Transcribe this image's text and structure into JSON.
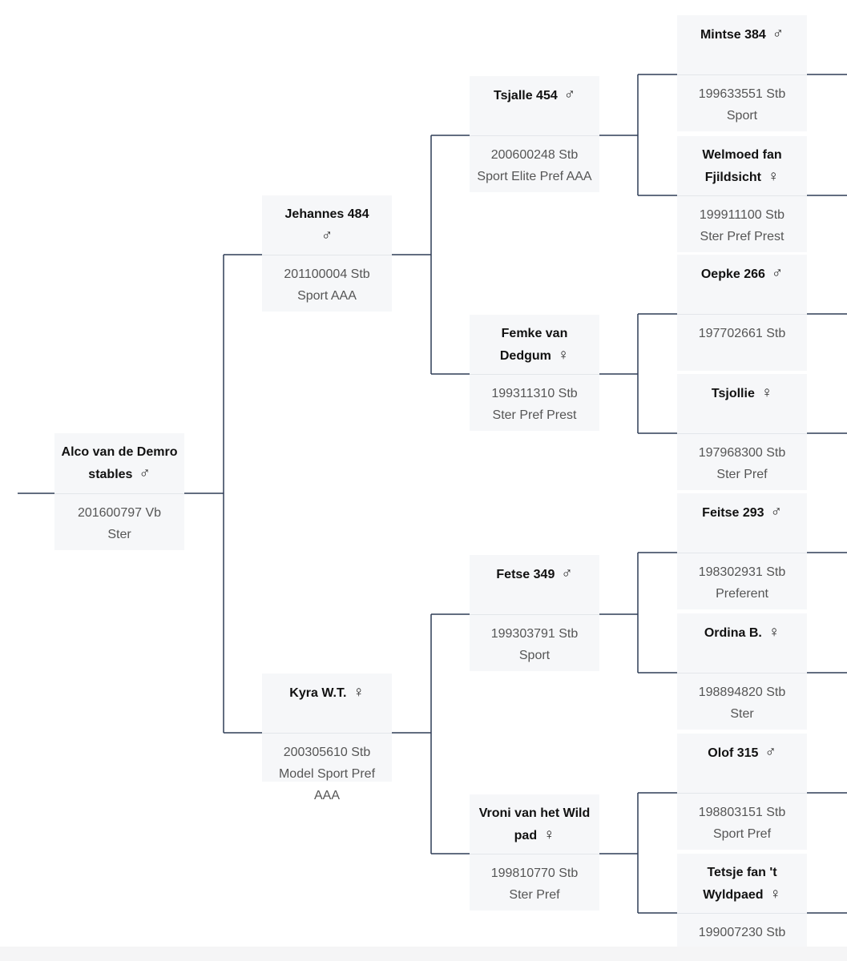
{
  "horses": {
    "subject": {
      "name": "Alco van de Demro stables",
      "sex": "♂",
      "reg": "201600797 Vb",
      "pred": "Ster"
    },
    "sire": {
      "name": "Jehannes 484",
      "sex": "♂",
      "reg": "201100004 Stb",
      "pred": "Sport AAA"
    },
    "dam": {
      "name": "Kyra W.T.",
      "sex": "♀",
      "reg": "200305610 Stb",
      "pred": "Model Sport Pref AAA"
    },
    "sire_sire": {
      "name": "Tsjalle 454",
      "sex": "♂",
      "reg": "200600248 Stb",
      "pred": "Sport Elite Pref AAA"
    },
    "sire_dam": {
      "name": "Femke van Dedgum",
      "sex": "♀",
      "reg": "199311310 Stb",
      "pred": "Ster Pref Prest"
    },
    "dam_sire": {
      "name": "Fetse 349",
      "sex": "♂",
      "reg": "199303791 Stb",
      "pred": "Sport"
    },
    "dam_dam": {
      "name": "Vroni van het Wild pad",
      "sex": "♀",
      "reg": "199810770 Stb",
      "pred": "Ster Pref"
    },
    "ss_sire": {
      "name": "Mintse 384",
      "sex": "♂",
      "reg": "199633551 Stb",
      "pred": "Sport"
    },
    "ss_dam": {
      "name": "Welmoed fan Fjildsicht",
      "sex": "♀",
      "reg": "199911100 Stb",
      "pred": "Ster Pref Prest"
    },
    "sd_sire": {
      "name": "Oepke 266",
      "sex": "♂",
      "reg": "197702661 Stb",
      "pred": ""
    },
    "sd_dam": {
      "name": "Tsjollie",
      "sex": "♀",
      "reg": "197968300 Stb",
      "pred": "Ster Pref"
    },
    "ds_sire": {
      "name": "Feitse 293",
      "sex": "♂",
      "reg": "198302931 Stb",
      "pred": "Preferent"
    },
    "ds_dam": {
      "name": "Ordina B.",
      "sex": "♀",
      "reg": "198894820 Stb",
      "pred": "Ster"
    },
    "dd_sire": {
      "name": "Olof 315",
      "sex": "♂",
      "reg": "198803151 Stb",
      "pred": "Sport Pref"
    },
    "dd_dam": {
      "name": "Tetsje fan 't Wyldpaed",
      "sex": "♀",
      "reg": "199007230 Stb",
      "pred": ""
    }
  }
}
